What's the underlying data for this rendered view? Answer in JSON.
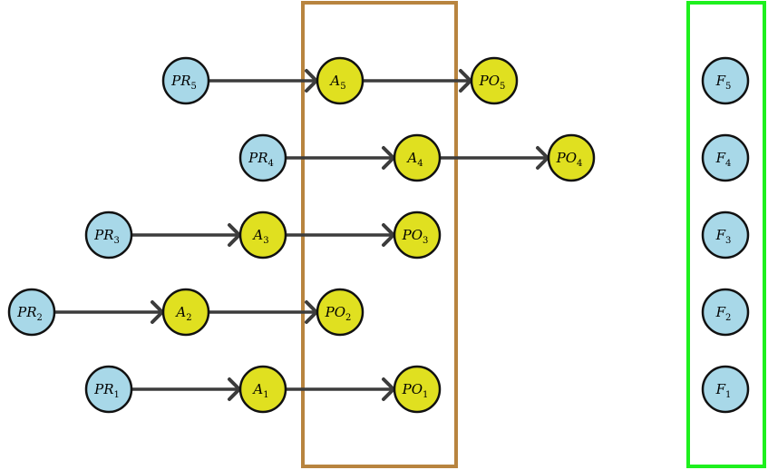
{
  "colors": {
    "blue_node_fill": "#a8d8e8",
    "yellow_node_fill": "#e0e020",
    "node_stroke": "#111111",
    "edge_stroke": "#3c3c3c",
    "brown_box": "#b8843f",
    "green_box": "#1ef01e"
  },
  "nodes": [
    {
      "id": "PR5",
      "base": "PR",
      "sub": "5",
      "kind": "blue"
    },
    {
      "id": "A5",
      "base": "A",
      "sub": "5",
      "kind": "yellow"
    },
    {
      "id": "PO5",
      "base": "PO",
      "sub": "5",
      "kind": "yellow"
    },
    {
      "id": "F5",
      "base": "F",
      "sub": "5",
      "kind": "blue"
    },
    {
      "id": "PR4",
      "base": "PR",
      "sub": "4",
      "kind": "blue"
    },
    {
      "id": "A4",
      "base": "A",
      "sub": "4",
      "kind": "yellow"
    },
    {
      "id": "PO4",
      "base": "PO",
      "sub": "4",
      "kind": "yellow"
    },
    {
      "id": "F4",
      "base": "F",
      "sub": "4",
      "kind": "blue"
    },
    {
      "id": "PR3",
      "base": "PR",
      "sub": "3",
      "kind": "blue"
    },
    {
      "id": "A3",
      "base": "A",
      "sub": "3",
      "kind": "yellow"
    },
    {
      "id": "PO3",
      "base": "PO",
      "sub": "3",
      "kind": "yellow"
    },
    {
      "id": "F3",
      "base": "F",
      "sub": "3",
      "kind": "blue"
    },
    {
      "id": "PR2",
      "base": "PR",
      "sub": "2",
      "kind": "blue"
    },
    {
      "id": "A2",
      "base": "A",
      "sub": "2",
      "kind": "yellow"
    },
    {
      "id": "PO2",
      "base": "PO",
      "sub": "2",
      "kind": "yellow"
    },
    {
      "id": "F2",
      "base": "F",
      "sub": "2",
      "kind": "blue"
    },
    {
      "id": "PR1",
      "base": "PR",
      "sub": "1",
      "kind": "blue"
    },
    {
      "id": "A1",
      "base": "A",
      "sub": "1",
      "kind": "yellow"
    },
    {
      "id": "PO1",
      "base": "PO",
      "sub": "1",
      "kind": "yellow"
    },
    {
      "id": "F1",
      "base": "F",
      "sub": "1",
      "kind": "blue"
    }
  ],
  "edges": [
    {
      "from": "PR5",
      "to": "A5"
    },
    {
      "from": "A5",
      "to": "PO5"
    },
    {
      "from": "PR4",
      "to": "A4"
    },
    {
      "from": "A4",
      "to": "PO4"
    },
    {
      "from": "PR3",
      "to": "A3"
    },
    {
      "from": "A3",
      "to": "PO3"
    },
    {
      "from": "PR2",
      "to": "A2"
    },
    {
      "from": "A2",
      "to": "PO2"
    },
    {
      "from": "PR1",
      "to": "A1"
    },
    {
      "from": "A1",
      "to": "PO1"
    }
  ]
}
